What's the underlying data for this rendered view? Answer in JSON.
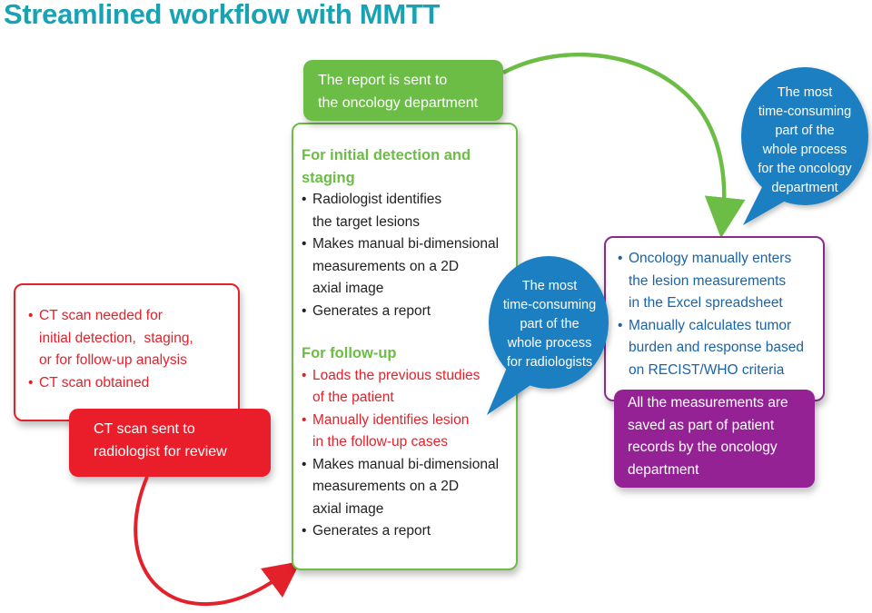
{
  "title": "Streamlined workflow with MMTT",
  "colors": {
    "title": "#17a3b3",
    "red": "#e3212b",
    "green": "#6bbd45",
    "purple": "#942295",
    "blue_bubble": "#1a7fc1",
    "oncology_text": "#1a63a8"
  },
  "ct_request": {
    "items": [
      "CT scan needed for initial detection, staging, or for follow-up analysis",
      "CT scan obtained"
    ],
    "lines": [
      [
        "CT scan needed for",
        "initial detection,  staging,",
        "or for follow-up analysis"
      ],
      [
        "CT scan obtained"
      ]
    ]
  },
  "ct_sent": {
    "lines": [
      "CT scan sent to",
      "radiologist for review"
    ]
  },
  "report_sent": {
    "lines": [
      "The report is sent to",
      "the oncology department"
    ]
  },
  "radiology": {
    "initial": {
      "heading_lines": [
        "For initial detection and",
        "staging"
      ],
      "items": [
        [
          "Radiologist identifies",
          "the target lesions"
        ],
        [
          "Makes manual bi-dimensional",
          "measurements on a 2D",
          "axial image"
        ],
        [
          "Generates a report"
        ]
      ]
    },
    "followup": {
      "heading": "For follow-up",
      "red_items": [
        [
          "Loads the previous studies",
          "of the patient"
        ],
        [
          "Manually identifies lesion",
          "in the follow-up cases"
        ]
      ],
      "items": [
        [
          "Makes manual bi-dimensional",
          "measurements on a 2D",
          "axial image"
        ],
        [
          "Generates a report"
        ]
      ]
    }
  },
  "bubble_radiologists": {
    "lines": [
      "The most",
      "time-consuming",
      "part of the",
      "whole process",
      "for radiologists"
    ]
  },
  "bubble_oncology": {
    "lines": [
      "The most",
      "time-consuming",
      "part of the",
      "whole process",
      "for the oncology",
      "department"
    ]
  },
  "oncology": {
    "items": [
      [
        "Oncology manually enters",
        "the lesion measurements",
        "in the Excel spreadsheet"
      ],
      [
        "Manually calculates tumor",
        "burden and response based",
        "on RECIST/WHO criteria"
      ]
    ]
  },
  "saved": {
    "lines": [
      "All the measurements are",
      "saved as part of patient",
      "records by the oncology",
      "department"
    ]
  }
}
